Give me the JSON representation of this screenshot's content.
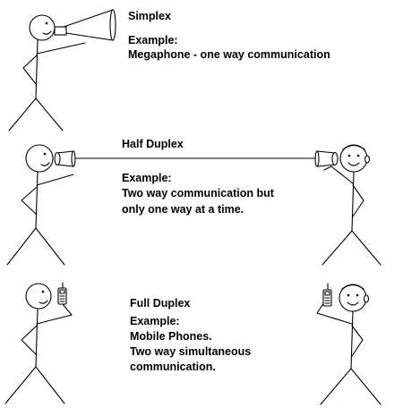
{
  "panels": [
    {
      "title": "Simplex",
      "example_heading": "Example:",
      "example_lines": [
        "Megaphone - one way communication"
      ]
    },
    {
      "title": "Half Duplex",
      "example_heading": "Example:",
      "example_lines": [
        "Two way communication but",
        "only one way at a time."
      ]
    },
    {
      "title": "Full Duplex",
      "example_heading": "Example:",
      "example_lines": [
        "Mobile Phones.",
        "Two way simultaneous",
        "communication."
      ]
    }
  ],
  "colors": {
    "ink": "#000000",
    "background": "#ffffff"
  },
  "icons": [
    "stick-figure",
    "megaphone-icon",
    "tin-can-icon",
    "mobile-phone-icon",
    "face-smile-icon"
  ]
}
